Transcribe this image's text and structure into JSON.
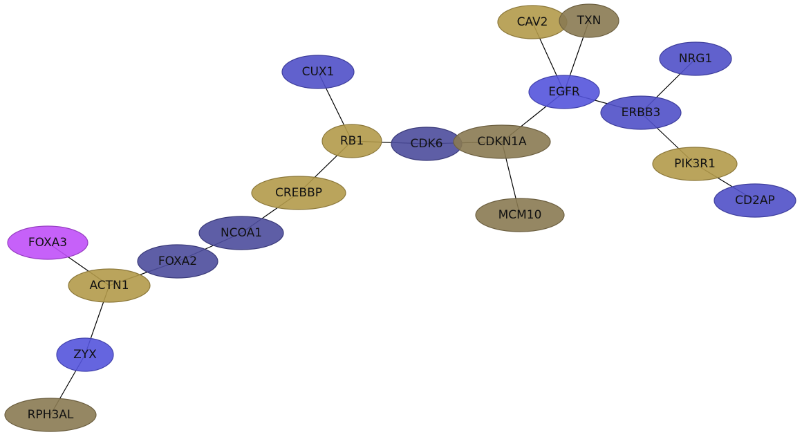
{
  "colors": {
    "gold": "#b39a4a",
    "olive": "#8a7a52",
    "blue": "#5050c8",
    "bright_blue": "#5454dc",
    "navy": "#4c4c9c",
    "magenta": "#c050f8"
  },
  "nodes": [
    {
      "id": "CAV2",
      "label": "CAV2",
      "color": "gold"
    },
    {
      "id": "TXN",
      "label": "TXN",
      "color": "olive"
    },
    {
      "id": "NRG1",
      "label": "NRG1",
      "color": "blue"
    },
    {
      "id": "CUX1",
      "label": "CUX1",
      "color": "blue"
    },
    {
      "id": "EGFR",
      "label": "EGFR",
      "color": "bright_blue"
    },
    {
      "id": "ERBB3",
      "label": "ERBB3",
      "color": "blue"
    },
    {
      "id": "RB1",
      "label": "RB1",
      "color": "gold"
    },
    {
      "id": "CDK6",
      "label": "CDK6",
      "color": "navy"
    },
    {
      "id": "CDKN1A",
      "label": "CDKN1A",
      "color": "olive"
    },
    {
      "id": "PIK3R1",
      "label": "PIK3R1",
      "color": "gold"
    },
    {
      "id": "CREBBP",
      "label": "CREBBP",
      "color": "gold"
    },
    {
      "id": "CD2AP",
      "label": "CD2AP",
      "color": "blue"
    },
    {
      "id": "MCM10",
      "label": "MCM10",
      "color": "olive"
    },
    {
      "id": "NCOA1",
      "label": "NCOA1",
      "color": "navy"
    },
    {
      "id": "FOXA3",
      "label": "FOXA3",
      "color": "magenta"
    },
    {
      "id": "FOXA2",
      "label": "FOXA2",
      "color": "navy"
    },
    {
      "id": "ACTN1",
      "label": "ACTN1",
      "color": "gold"
    },
    {
      "id": "ZYX",
      "label": "ZYX",
      "color": "bright_blue"
    },
    {
      "id": "RPH3AL",
      "label": "RPH3AL",
      "color": "olive"
    }
  ],
  "edges": [
    [
      "CAV2",
      "EGFR"
    ],
    [
      "TXN",
      "EGFR"
    ],
    [
      "NRG1",
      "ERBB3"
    ],
    [
      "EGFR",
      "ERBB3"
    ],
    [
      "EGFR",
      "CDKN1A"
    ],
    [
      "ERBB3",
      "PIK3R1"
    ],
    [
      "PIK3R1",
      "CD2AP"
    ],
    [
      "CUX1",
      "RB1"
    ],
    [
      "RB1",
      "CDK6"
    ],
    [
      "CDK6",
      "CDKN1A"
    ],
    [
      "CDKN1A",
      "MCM10"
    ],
    [
      "RB1",
      "CREBBP"
    ],
    [
      "CREBBP",
      "NCOA1"
    ],
    [
      "NCOA1",
      "FOXA2"
    ],
    [
      "FOXA2",
      "ACTN1"
    ],
    [
      "FOXA3",
      "ACTN1"
    ],
    [
      "ACTN1",
      "ZYX"
    ],
    [
      "ZYX",
      "RPH3AL"
    ]
  ]
}
